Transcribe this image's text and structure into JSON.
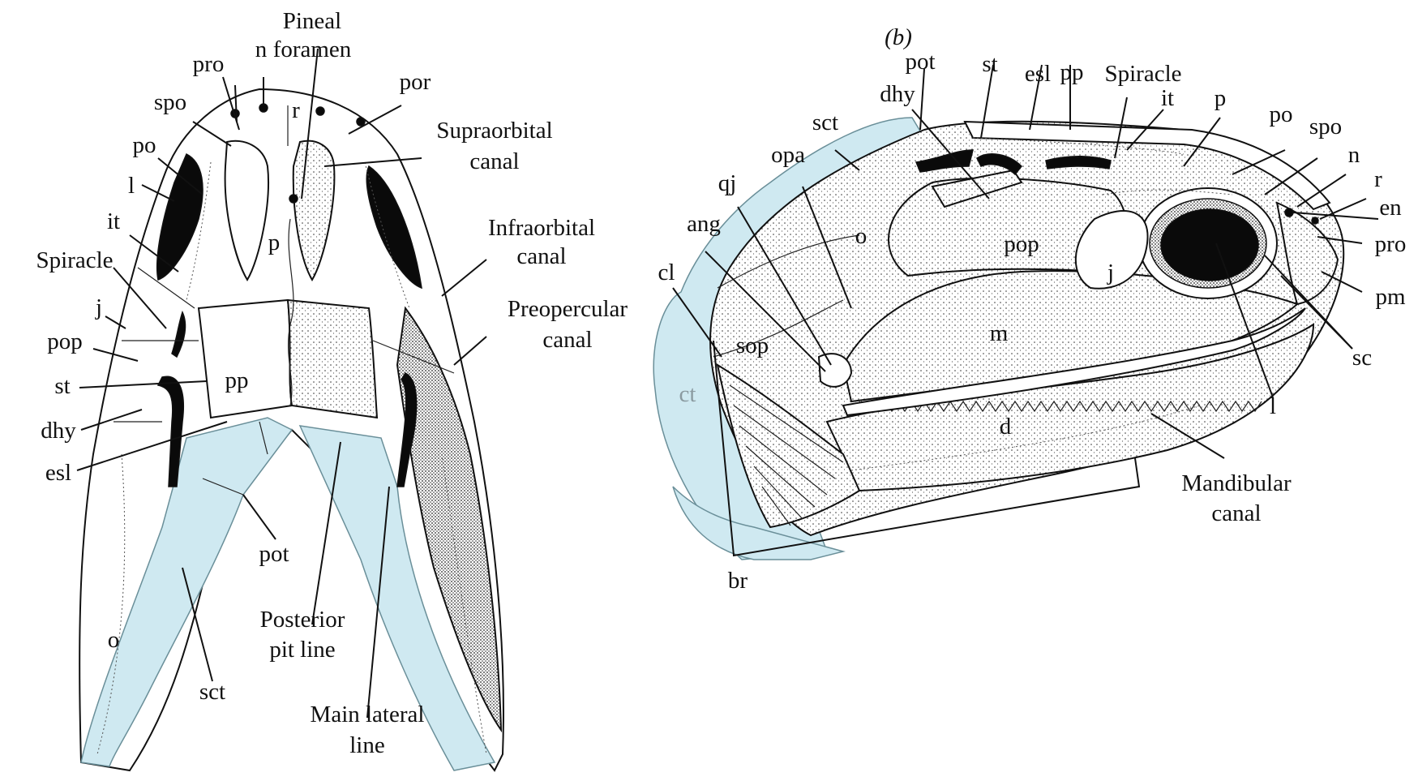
{
  "panel_b_label": "(b)",
  "colors": {
    "cleithral_blue": "#cfe9f1",
    "black_fill": "#0a0a0a",
    "line": "#111111"
  },
  "dorsal_labels": {
    "pineal_1": "Pineal",
    "pineal_2": "foramen",
    "pro": "pro",
    "n": "n",
    "por": "por",
    "r": "r",
    "spo": "spo",
    "supraorbital_1": "Supraorbital",
    "supraorbital_2": "canal",
    "po": "po",
    "l": "l",
    "it": "it",
    "infraorbital_1": "Infraorbital",
    "infraorbital_2": "canal",
    "p": "p",
    "spiracle": "Spiracle",
    "j": "j",
    "preopercular_1": "Preopercular",
    "preopercular_2": "canal",
    "pop": "pop",
    "pp": "pp",
    "st": "st",
    "dhy": "dhy",
    "esl": "esl",
    "pot": "pot",
    "posterior_pit_1": "Posterior",
    "posterior_pit_2": "pit line",
    "o": "o",
    "sct": "sct",
    "main_lateral_1": "Main lateral",
    "main_lateral_2": "line"
  },
  "lateral_labels": {
    "pot": "pot",
    "st": "st",
    "esl": "esl",
    "pp": "pp",
    "spiracle": "Spiracle",
    "dhy": "dhy",
    "it": "it",
    "p": "p",
    "sct": "sct",
    "po": "po",
    "spo": "spo",
    "opa": "opa",
    "n": "n",
    "qj": "qj",
    "r": "r",
    "o": "o",
    "en": "en",
    "ang": "ang",
    "pop": "pop",
    "pro": "pro",
    "cl": "cl",
    "j": "j",
    "pm": "pm",
    "sop": "sop",
    "m": "m",
    "sc": "sc",
    "ct": "ct",
    "l": "l",
    "d": "d",
    "mandibular_1": "Mandibular",
    "mandibular_2": "canal",
    "br": "br"
  }
}
